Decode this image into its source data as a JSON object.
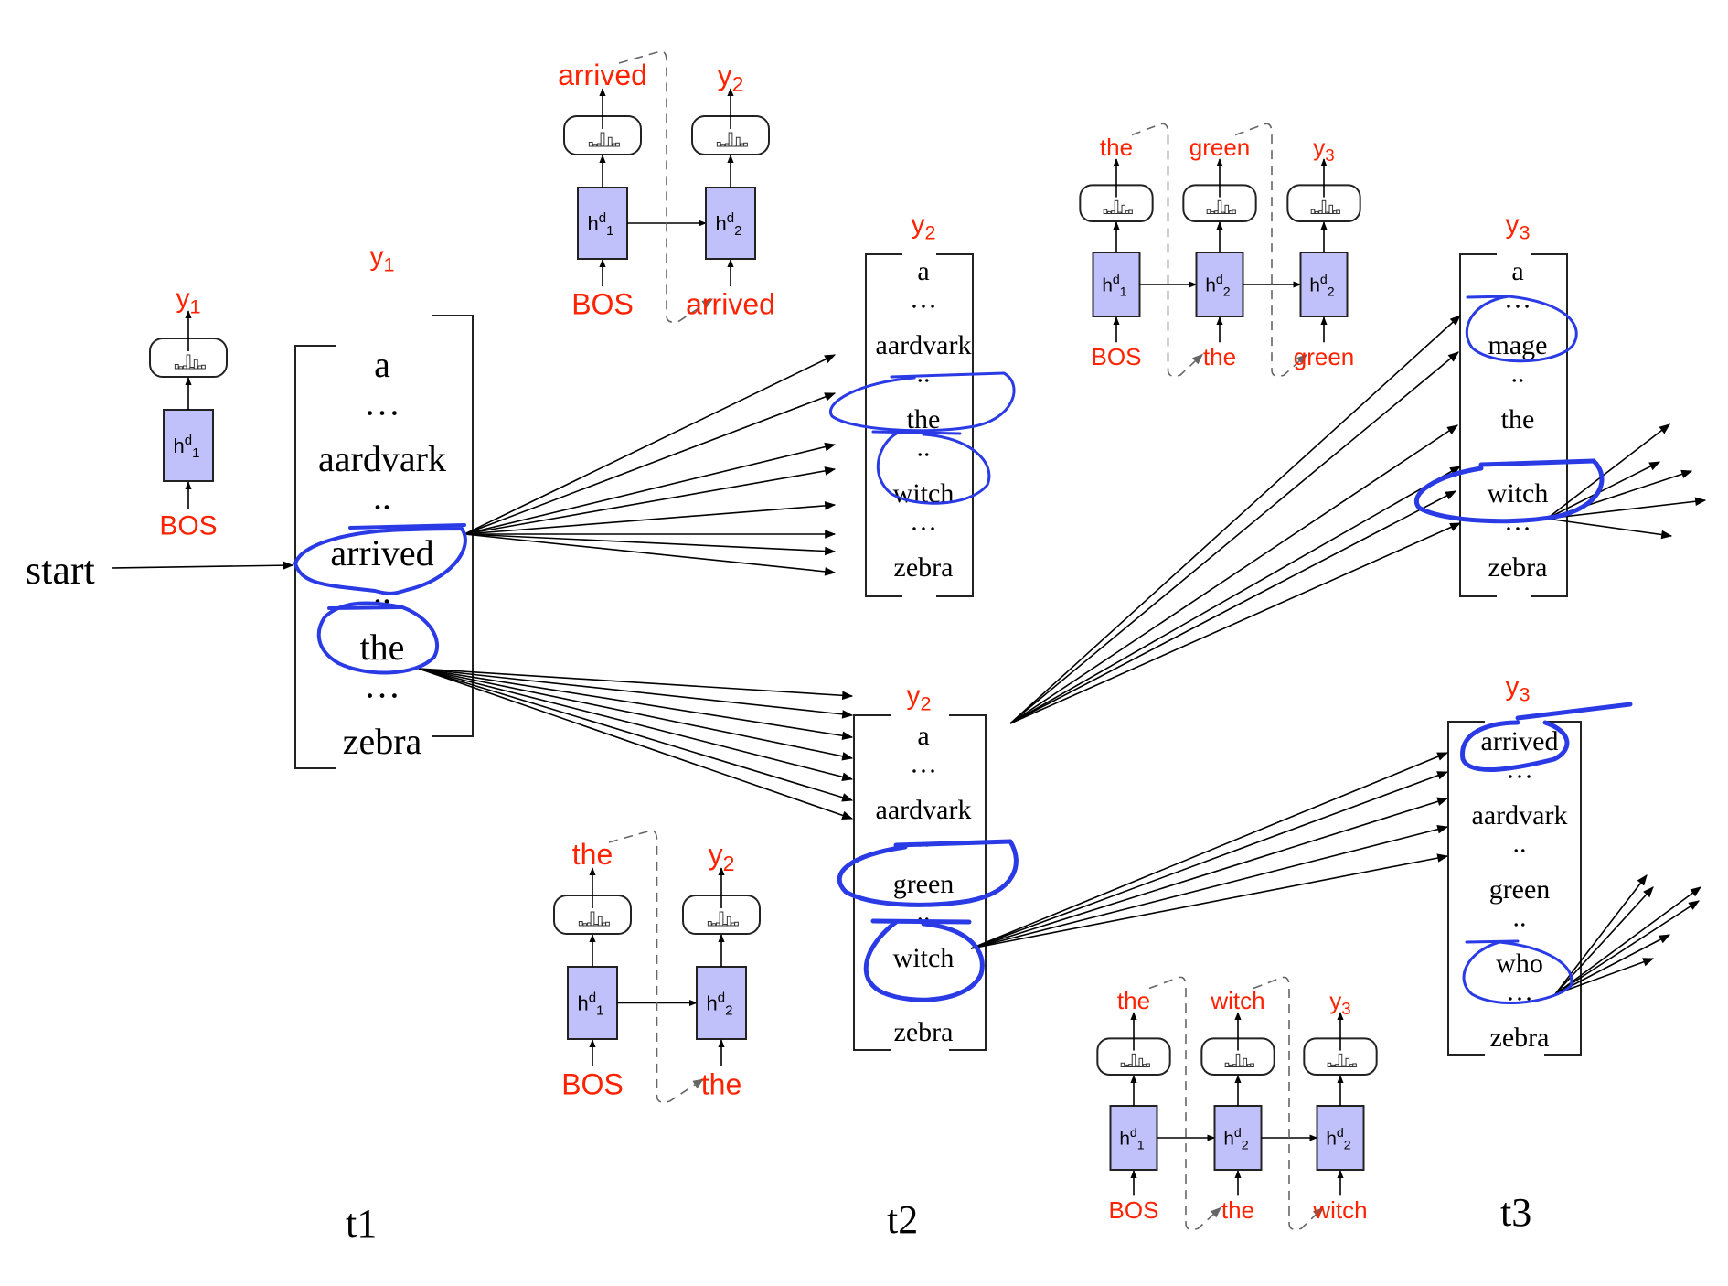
{
  "title": "Beam search decoding over time steps t1, t2, t3",
  "colors": {
    "label_red": "#ff2200",
    "hidden_fill": "#c0c0fa",
    "annotation_blue": "#2a3be6",
    "dashed_gray": "#666666"
  },
  "start_label": "start",
  "time_labels": [
    "t1",
    "t2",
    "t3"
  ],
  "vocab_columns": [
    {
      "id": "t1",
      "header": "y",
      "header_sub": "1",
      "items": [
        "a",
        "…",
        "aardvark",
        "..",
        "arrived",
        "..",
        "the",
        "…",
        "zebra"
      ],
      "circled": [
        "arrived",
        "the"
      ]
    },
    {
      "id": "t2-top",
      "header": "y",
      "header_sub": "2",
      "items": [
        "a",
        "…",
        "aardvark",
        "..",
        "the",
        "..",
        "witch",
        "…",
        "zebra"
      ],
      "circled": [
        "the",
        "witch"
      ]
    },
    {
      "id": "t2-bottom",
      "header": "y",
      "header_sub": "2",
      "items": [
        "a",
        "…",
        "aardvark",
        "..",
        "green",
        "..",
        "witch",
        "",
        "zebra"
      ],
      "circled": [
        "green",
        "witch"
      ]
    },
    {
      "id": "t3-top",
      "header": "y",
      "header_sub": "3",
      "items": [
        "a",
        "…",
        "mage",
        "..",
        "the",
        "",
        "witch",
        "…",
        "zebra"
      ],
      "circled": [
        "mage",
        "witch"
      ]
    },
    {
      "id": "t3-bottom",
      "header": "y",
      "header_sub": "3",
      "items": [
        "arrived",
        "…",
        "aardvark",
        "..",
        "green",
        "..",
        "who",
        "…",
        "zebra"
      ],
      "circled": [
        "arrived",
        "who"
      ]
    }
  ],
  "decoder_groups": [
    {
      "id": "rnn-t1",
      "cells": [
        {
          "hidden": "h",
          "sup": "d",
          "sub": "1",
          "input": "BOS",
          "output": "y",
          "output_sub": "1"
        }
      ]
    },
    {
      "id": "rnn-arrived",
      "cells": [
        {
          "hidden": "h",
          "sup": "d",
          "sub": "1",
          "input": "BOS",
          "output": "arrived",
          "output_sub": ""
        },
        {
          "hidden": "h",
          "sup": "d",
          "sub": "2",
          "input": "arrived",
          "output": "y",
          "output_sub": "2"
        }
      ]
    },
    {
      "id": "rnn-the",
      "cells": [
        {
          "hidden": "h",
          "sup": "d",
          "sub": "1",
          "input": "BOS",
          "output": "the",
          "output_sub": ""
        },
        {
          "hidden": "h",
          "sup": "d",
          "sub": "2",
          "input": "the",
          "output": "y",
          "output_sub": "2"
        }
      ]
    },
    {
      "id": "rnn-the-green",
      "cells": [
        {
          "hidden": "h",
          "sup": "d",
          "sub": "1",
          "input": "BOS",
          "output": "the",
          "output_sub": ""
        },
        {
          "hidden": "h",
          "sup": "d",
          "sub": "2",
          "input": "the",
          "output": "green",
          "output_sub": ""
        },
        {
          "hidden": "h",
          "sup": "d",
          "sub": "2",
          "input": "green",
          "output": "y",
          "output_sub": "3"
        }
      ]
    },
    {
      "id": "rnn-the-witch",
      "cells": [
        {
          "hidden": "h",
          "sup": "d",
          "sub": "1",
          "input": "BOS",
          "output": "the",
          "output_sub": ""
        },
        {
          "hidden": "h",
          "sup": "d",
          "sub": "2",
          "input": "the",
          "output": "witch",
          "output_sub": ""
        },
        {
          "hidden": "h",
          "sup": "d",
          "sub": "2",
          "input": "witch",
          "output": "y",
          "output_sub": "3"
        }
      ]
    }
  ],
  "expansions": [
    {
      "from": "t1:arrived",
      "to": "t2-top",
      "count": 8
    },
    {
      "from": "t1:the",
      "to": "t2-bottom",
      "count": 7
    },
    {
      "from": "t2-bottom:green",
      "to": "t3-top",
      "count": 6
    },
    {
      "from": "t2-bottom:witch",
      "to": "t3-bottom",
      "count": 5
    },
    {
      "from": "t3-top:witch",
      "to": "next",
      "count": 5
    },
    {
      "from": "t3-bottom:who",
      "to": "next",
      "count": 6
    }
  ]
}
